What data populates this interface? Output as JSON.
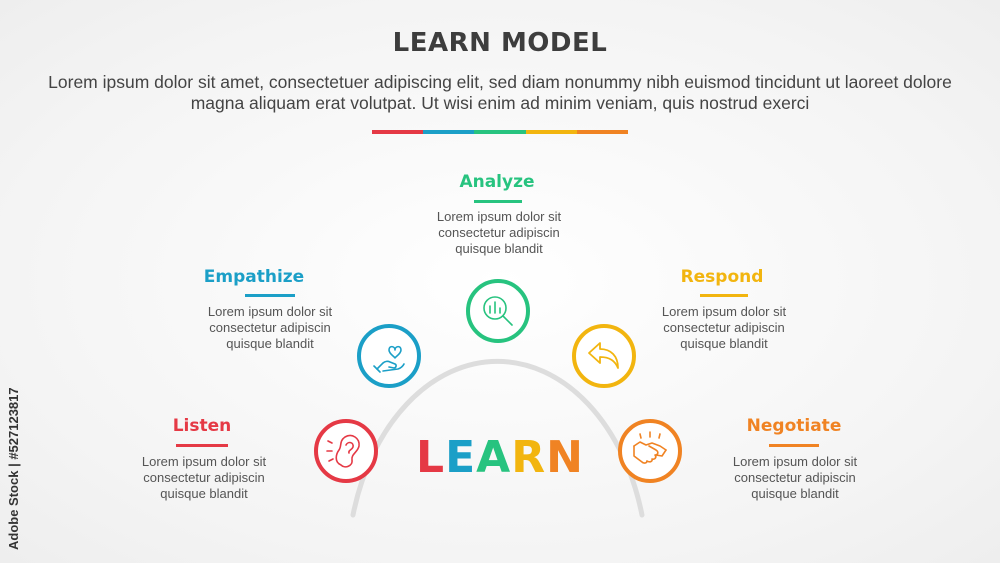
{
  "title": "LEARN MODEL",
  "subtitle": "Lorem ipsum dolor sit amet, consectetuer adipiscing elit, sed diam nonummy nibh euismod tincidunt ut laoreet dolore magna aliquam erat volutpat. Ut wisi enim ad minim veniam, quis nostrud exerci",
  "colors": {
    "listen": "#e53945",
    "empathize": "#1b9fc7",
    "analyze": "#27c37f",
    "respond": "#f2b50f",
    "negotiate": "#f08323",
    "arc": "#dddddd"
  },
  "center_word": {
    "letters": [
      {
        "char": "L",
        "color": "#e53945"
      },
      {
        "char": "E",
        "color": "#1b9fc7"
      },
      {
        "char": "A",
        "color": "#27c37f"
      },
      {
        "char": "R",
        "color": "#f2b50f"
      },
      {
        "char": "N",
        "color": "#f08323"
      }
    ]
  },
  "steps": [
    {
      "key": "listen",
      "title": "Listen",
      "icon": "ear-icon",
      "desc": [
        "Lorem ipsum dolor sit",
        "consectetur adipiscin",
        "quisque blandit"
      ]
    },
    {
      "key": "empathize",
      "title": "Empathize",
      "icon": "heart-hand-icon",
      "desc": [
        "Lorem ipsum dolor sit",
        "consectetur adipiscin",
        "quisque blandit"
      ]
    },
    {
      "key": "analyze",
      "title": "Analyze",
      "icon": "magnifier-chart-icon",
      "desc": [
        "Lorem ipsum dolor sit",
        "consectetur adipiscin",
        "quisque blandit"
      ]
    },
    {
      "key": "respond",
      "title": "Respond",
      "icon": "reply-arrow-icon",
      "desc": [
        "Lorem ipsum dolor sit",
        "consectetur adipiscin",
        "quisque blandit"
      ]
    },
    {
      "key": "negotiate",
      "title": "Negotiate",
      "icon": "handshake-icon",
      "desc": [
        "Lorem ipsum dolor sit",
        "consectetur adipiscin",
        "quisque blandit"
      ]
    }
  ],
  "watermark": "Adobe Stock | #527123817"
}
